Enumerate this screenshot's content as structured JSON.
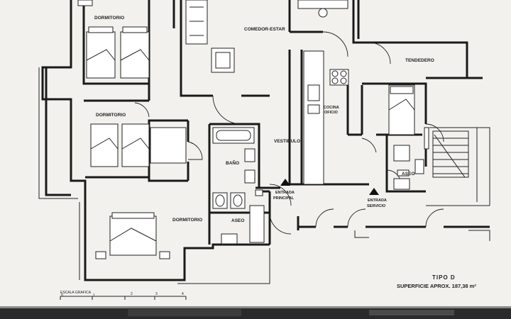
{
  "rooms": {
    "dormitorio_1": "DORMITORIO",
    "dormitorio_2": "DORMITORIO",
    "dormitorio_3": "DORMITORIO",
    "comedor_estar": "COMEDOR-ESTAR",
    "tendedero": "TENDEDERO",
    "cocina_line1": "COCINA",
    "cocina_line2": "OFICIO",
    "vestibulo": "VESTIBULO",
    "bano": "BAÑO",
    "aseo_1": "ASEO",
    "aseo_2": "ASEO"
  },
  "entrances": {
    "principal_line1": "ENTRADA",
    "principal_line2": "PRINCIPAL",
    "servicio_line1": "ENTRADA",
    "servicio_line2": "SERVICIO"
  },
  "info": {
    "tipo": "TIPO D",
    "superficie": "SUPERFICIE APROX. 187,38 m²"
  },
  "scale": {
    "title": "ESCALA GRAFICA",
    "ticks": [
      "0",
      "1",
      "2",
      "3",
      "4"
    ]
  }
}
